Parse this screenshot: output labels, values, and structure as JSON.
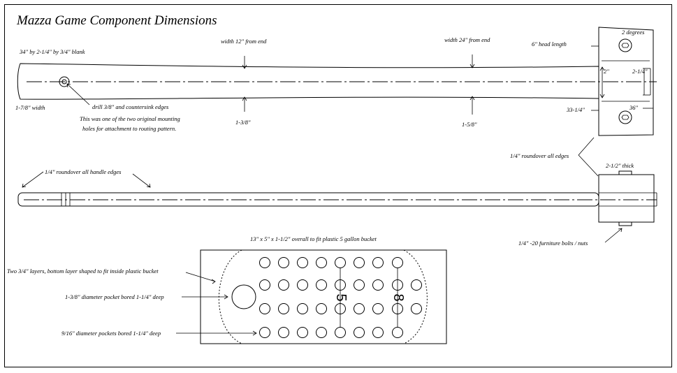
{
  "title": "Mazza Game Component Dimensions",
  "labels": {
    "blank": "34\" by 2-1/4\" by 3/4\" blank",
    "width_12": "width 12\" from end",
    "width_24": "width 24\" from end",
    "head_length": "6\" head length",
    "two_degrees": "2 degrees",
    "two_in": "2\"",
    "two_quarter": "2-1/4\"",
    "width_178": "1-7/8\" width",
    "drill": "drill 3/8\" and countersink edges",
    "mount_note_1": "This was one of the two original mounting",
    "mount_note_2": "holes for attachment to routing pattern.",
    "dim_138": "1-3/8\"",
    "dim_158": "1-5/8\"",
    "dim_33": "33-1/4\"",
    "dim_36": "36\"",
    "roundover_all": "1/4\" roundover all edges",
    "roundover_handle": "1/4\" roundover all handle edges",
    "thick": "2-1/2\" thick",
    "bolts": "1/4\" -20 furniture bolts / nuts",
    "board_overall": "13\" x 5\" x 1-1/2\" overall to fit plastic 5 gallon bucket",
    "layers": "Two 3/4\" layers, bottom layer shaped to fit inside plastic bucket",
    "pocket_large": "1-3/8\" diameter pocket bored 1-1/4\" deep",
    "pocket_small": "9/16\" diameter pockets bored 1-1/4\" deep",
    "digit_5": "5",
    "digit_8": "8"
  }
}
